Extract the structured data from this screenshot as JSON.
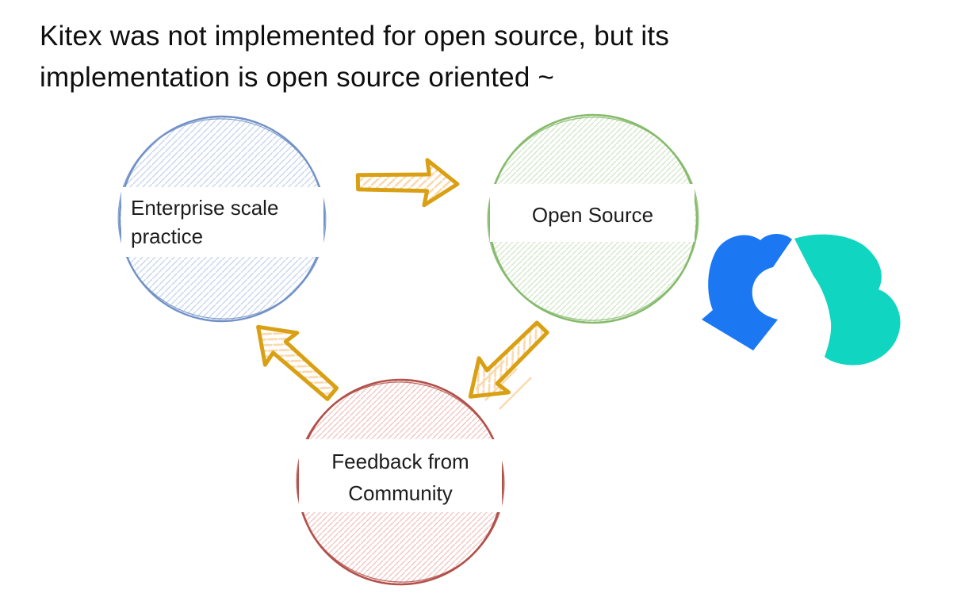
{
  "slide": {
    "title_lines": [
      "Kitex was not implemented for open source, but its",
      "implementation is open source oriented ~"
    ]
  },
  "diagram": {
    "type": "cycle",
    "nodes": [
      {
        "id": "enterprise-practice",
        "label_lines": [
          "Enterprise scale",
          "practice"
        ],
        "stroke_color": "#7191c7",
        "hatch_color": "#c9d8ee"
      },
      {
        "id": "open-source",
        "label_lines": [
          "Open Source"
        ],
        "stroke_color": "#85bb6b",
        "hatch_color": "#d3e7c9"
      },
      {
        "id": "community-feedback",
        "label_lines": [
          "Feedback from",
          "Community"
        ],
        "stroke_color": "#b2504a",
        "hatch_color": "#f0c8c4"
      }
    ],
    "arrows": [
      {
        "from": "enterprise-practice",
        "to": "open-source",
        "direction": "right"
      },
      {
        "from": "open-source",
        "to": "community-feedback",
        "direction": "down-left"
      },
      {
        "from": "community-feedback",
        "to": "enterprise-practice",
        "direction": "up-left"
      }
    ],
    "arrow_color": "#d9a013",
    "arrow_hatch_color": "#fbd9ae"
  },
  "logo": {
    "name": "cloudwego-logo",
    "blue": "#1b78f2",
    "teal": "#10d5c0"
  }
}
